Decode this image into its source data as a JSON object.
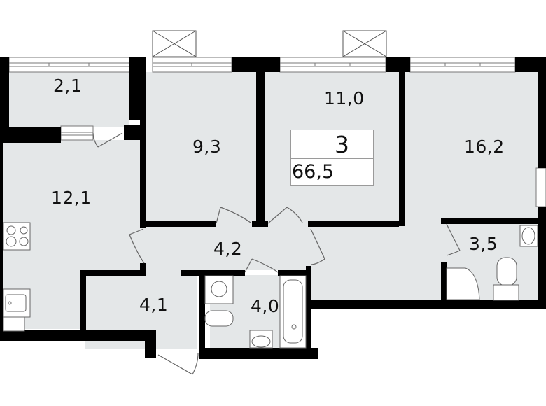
{
  "plan": {
    "room_count": "3",
    "total_area": "66,5",
    "colors": {
      "floor": "#e4e7e8",
      "wall": "#000000",
      "fixture_line": "#555555",
      "background": "#ffffff"
    },
    "rooms": [
      {
        "id": "balcony",
        "area": "2,1"
      },
      {
        "id": "kitchen",
        "area": "12,1"
      },
      {
        "id": "bedroom-1",
        "area": "9,3"
      },
      {
        "id": "bedroom-2",
        "area": "11,0"
      },
      {
        "id": "living-room",
        "area": "16,2"
      },
      {
        "id": "hallway",
        "area": "4,2"
      },
      {
        "id": "entrance-hall",
        "area": "4,1"
      },
      {
        "id": "bathroom",
        "area": "4,0"
      },
      {
        "id": "shower-room",
        "area": "3,5"
      }
    ]
  }
}
